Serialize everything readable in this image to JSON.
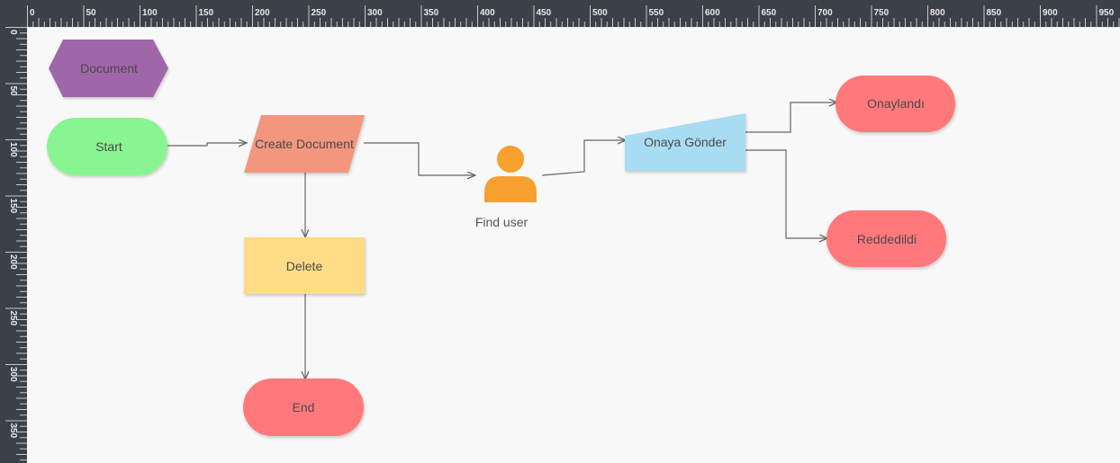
{
  "ruler": {
    "top_labels": [
      "0",
      "50",
      "100",
      "150",
      "200",
      "250",
      "300",
      "350",
      "400",
      "450",
      "500",
      "550",
      "600",
      "650",
      "700",
      "750",
      "800",
      "850",
      "900",
      "950"
    ],
    "left_labels": [
      "0",
      "50",
      "100",
      "150",
      "200",
      "250",
      "300",
      "350"
    ]
  },
  "colors": {
    "purple": "#a066aa",
    "green": "#88f590",
    "salmon": "#f2967e",
    "yellow": "#fddc85",
    "blue": "#a8dcf2",
    "red": "#ff797c",
    "orange": "#f7a030",
    "connector": "#666666"
  },
  "nodes": {
    "document": {
      "label": "Document"
    },
    "start": {
      "label": "Start"
    },
    "create_document": {
      "label": "Create Document"
    },
    "delete": {
      "label": "Delete"
    },
    "end": {
      "label": "End"
    },
    "find_user": {
      "label": "Find user"
    },
    "onaya_gonder": {
      "label": "Onaya Gönder"
    },
    "onaylandi": {
      "label": "Onaylandı"
    },
    "reddedildi": {
      "label": "Reddedildi"
    }
  }
}
